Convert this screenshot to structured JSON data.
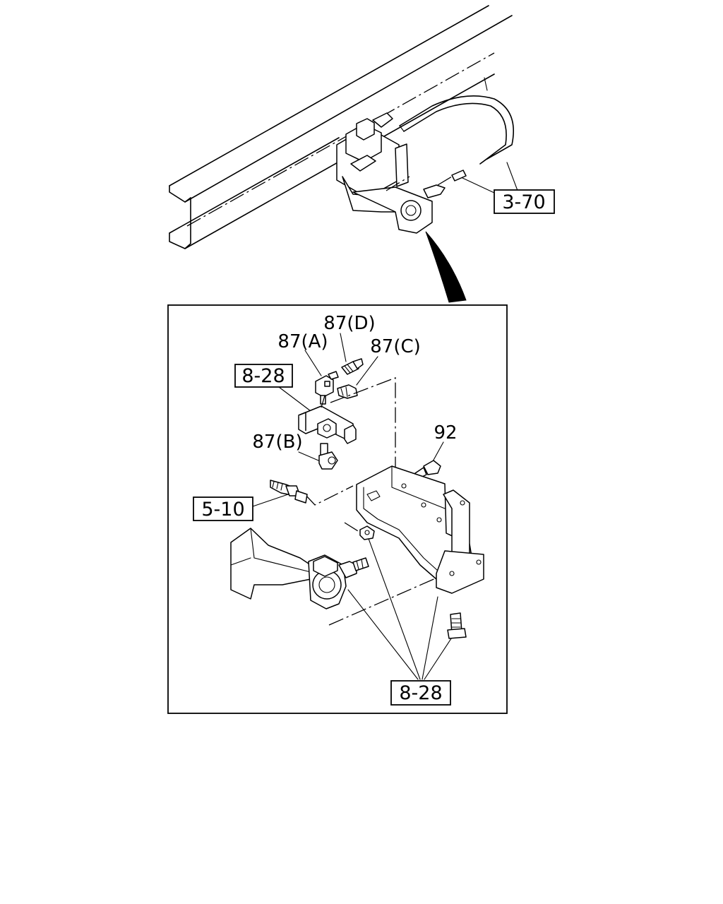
{
  "labels": {
    "ref_top": "3-70",
    "ref_bracket": "8-28",
    "ref_hose": "5-10",
    "ref_bottom": "8-28",
    "part_a": "87(A)",
    "part_b": "87(B)",
    "part_c": "87(C)",
    "part_d": "87(D)",
    "part_92": "92"
  },
  "colors": {
    "ink": "#000000",
    "paper": "#ffffff"
  }
}
